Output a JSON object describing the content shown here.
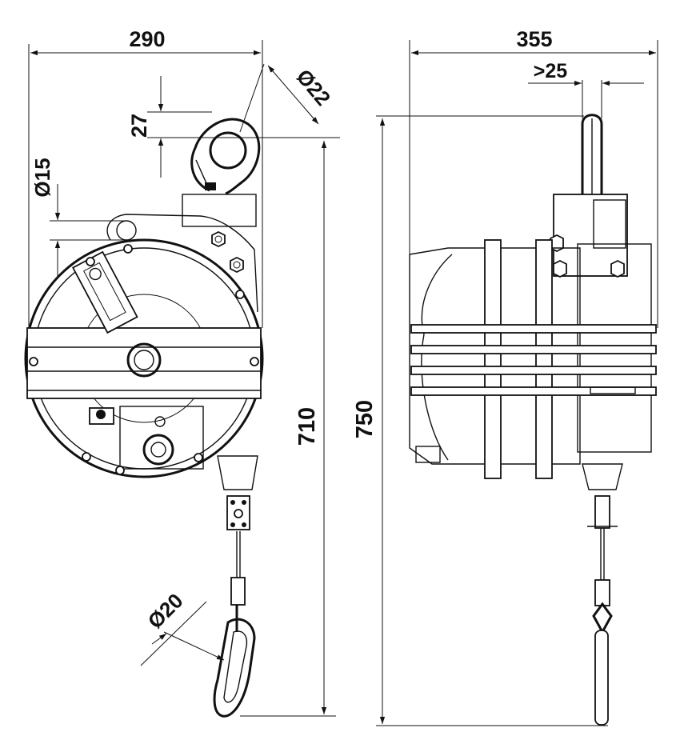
{
  "dimensions": {
    "width_front": "290",
    "width_side": "355",
    "hook_diameter": "Ø22",
    "hook_height": "27",
    "pivot_diameter": "Ø15",
    "eyelet_width": ">25",
    "height_front": "710",
    "height_side": "750",
    "carabiner_diameter": "Ø20"
  }
}
